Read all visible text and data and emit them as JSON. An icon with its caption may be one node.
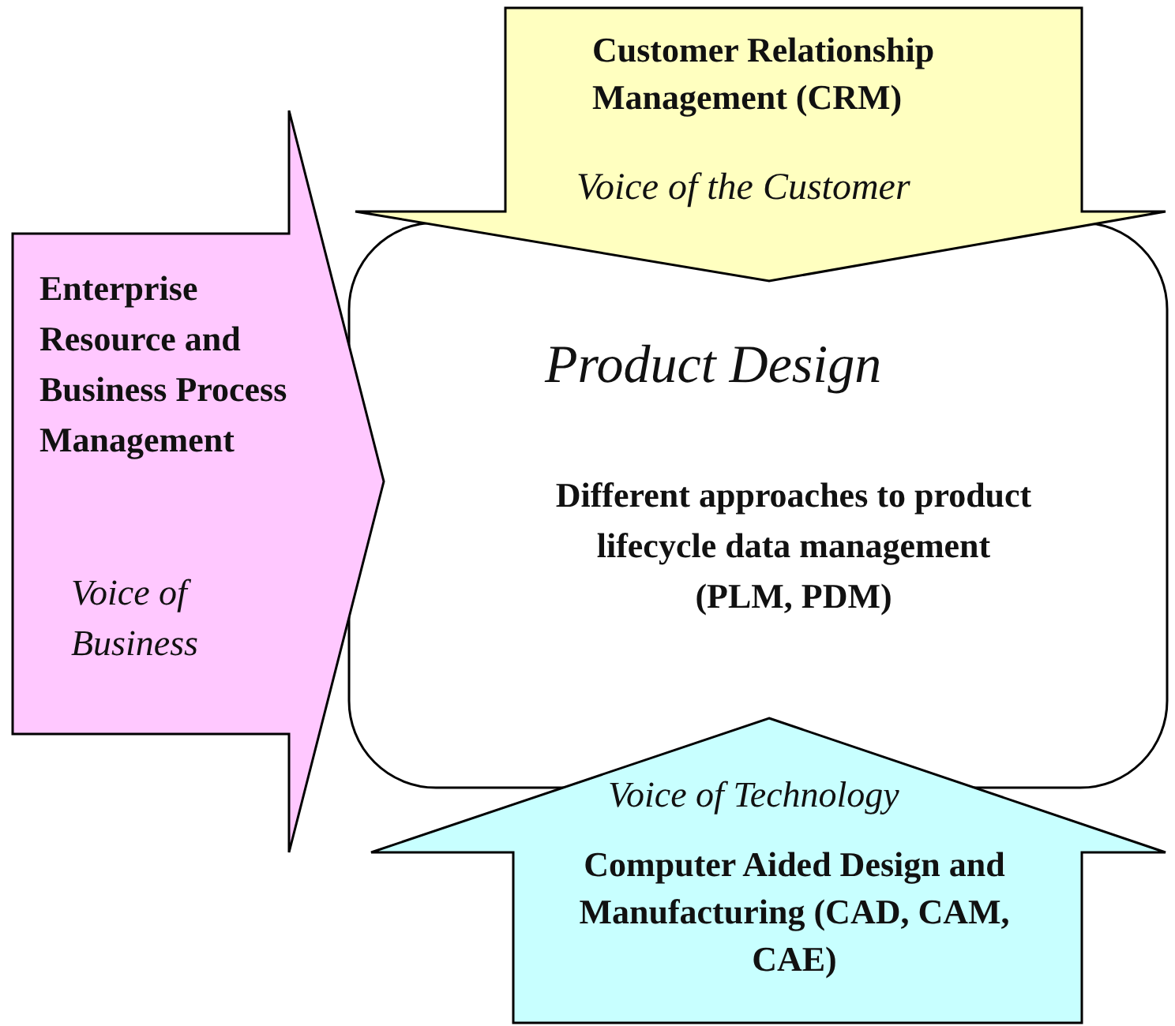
{
  "diagram": {
    "nodes": [
      {
        "text": [
          "Product Design",
          "Different approaches to product lifecycle data management (PLM, PDM)"
        ]
      },
      {
        "text": [
          "Customer Relationship Management (CRM)",
          "Voice of the Customer"
        ]
      },
      {
        "text": [
          "Enterprise Resource and Business Process Management",
          "Voice of Business"
        ]
      },
      {
        "text": [
          "Voice of Technology",
          "Computer Aided Design and Manufacturing (CAD, CAM, CAE)"
        ]
      }
    ]
  }
}
